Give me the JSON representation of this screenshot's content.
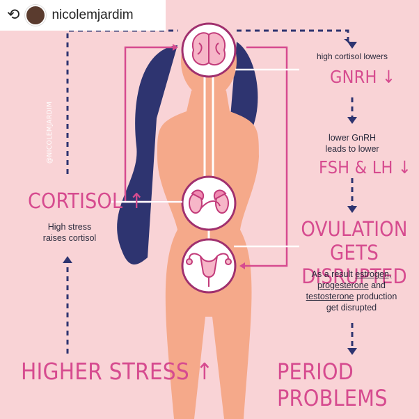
{
  "repost": {
    "username": "nicolemjardim",
    "repost_icon": "repost-icon"
  },
  "watermark_handle": "@NICOLEMJARDIM",
  "left": {
    "cortisol_heading": "CORTISOL ↑",
    "cortisol_note_line1": "High stress",
    "cortisol_note_line2": "raises cortisol",
    "higher_stress": "HIGHER STRESS ↑"
  },
  "right": {
    "gnrh_note": "high cortisol lowers",
    "gnrh_heading": "GNRH ↓",
    "fsh_note_line1": "lower GnRH",
    "fsh_note_line2": "leads to lower",
    "fsh_heading": "FSH & LH ↓",
    "ovulation_line1": "OVULATION",
    "ovulation_line2": "GETS DISRUPTED",
    "result_line1_plain": "As a result ",
    "result_line1_u": "estrogen,",
    "result_line2_u": "progesterone",
    "result_line2_plain": " and",
    "result_line3_u": "testosterone",
    "result_line3_plain": " production",
    "result_line4": "get disrupted",
    "period_problems": "PERIOD PROBLEMS"
  },
  "colors": {
    "background": "#f9d3d6",
    "accent_pink": "#d64b8f",
    "navy": "#2e3470",
    "skin": "#f5a98a",
    "hair": "#2e3470"
  }
}
